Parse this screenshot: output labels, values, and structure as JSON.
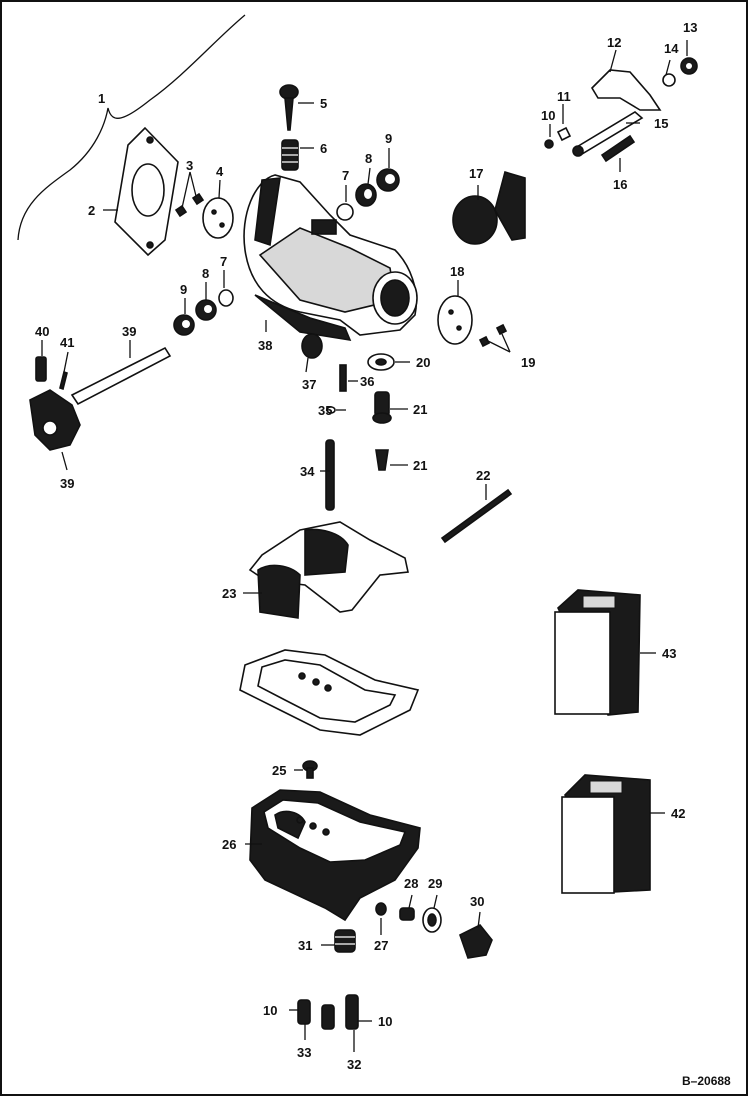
{
  "figure_code": "B–20688",
  "callouts": {
    "c1": "1",
    "c2": "2",
    "c3": "3",
    "c4": "4",
    "c5": "5",
    "c6": "6",
    "c7a": "7",
    "c7b": "7",
    "c8a": "8",
    "c8b": "8",
    "c9a": "9",
    "c9b": "9",
    "c10a": "10",
    "c10b": "10",
    "c10c": "10",
    "c11": "11",
    "c12": "12",
    "c13": "13",
    "c14": "14",
    "c15": "15",
    "c16": "16",
    "c17": "17",
    "c18": "18",
    "c19": "19",
    "c20": "20",
    "c21a": "21",
    "c21b": "21",
    "c22": "22",
    "c23": "23",
    "c25": "25",
    "c26": "26",
    "c27": "27",
    "c28": "28",
    "c29": "29",
    "c30": "30",
    "c31": "31",
    "c32": "32",
    "c33": "33",
    "c34": "34",
    "c35": "35",
    "c36": "36",
    "c37": "37",
    "c38": "38",
    "c39a": "39",
    "c39b": "39",
    "c40": "40",
    "c41": "41",
    "c42": "42",
    "c43": "43"
  }
}
